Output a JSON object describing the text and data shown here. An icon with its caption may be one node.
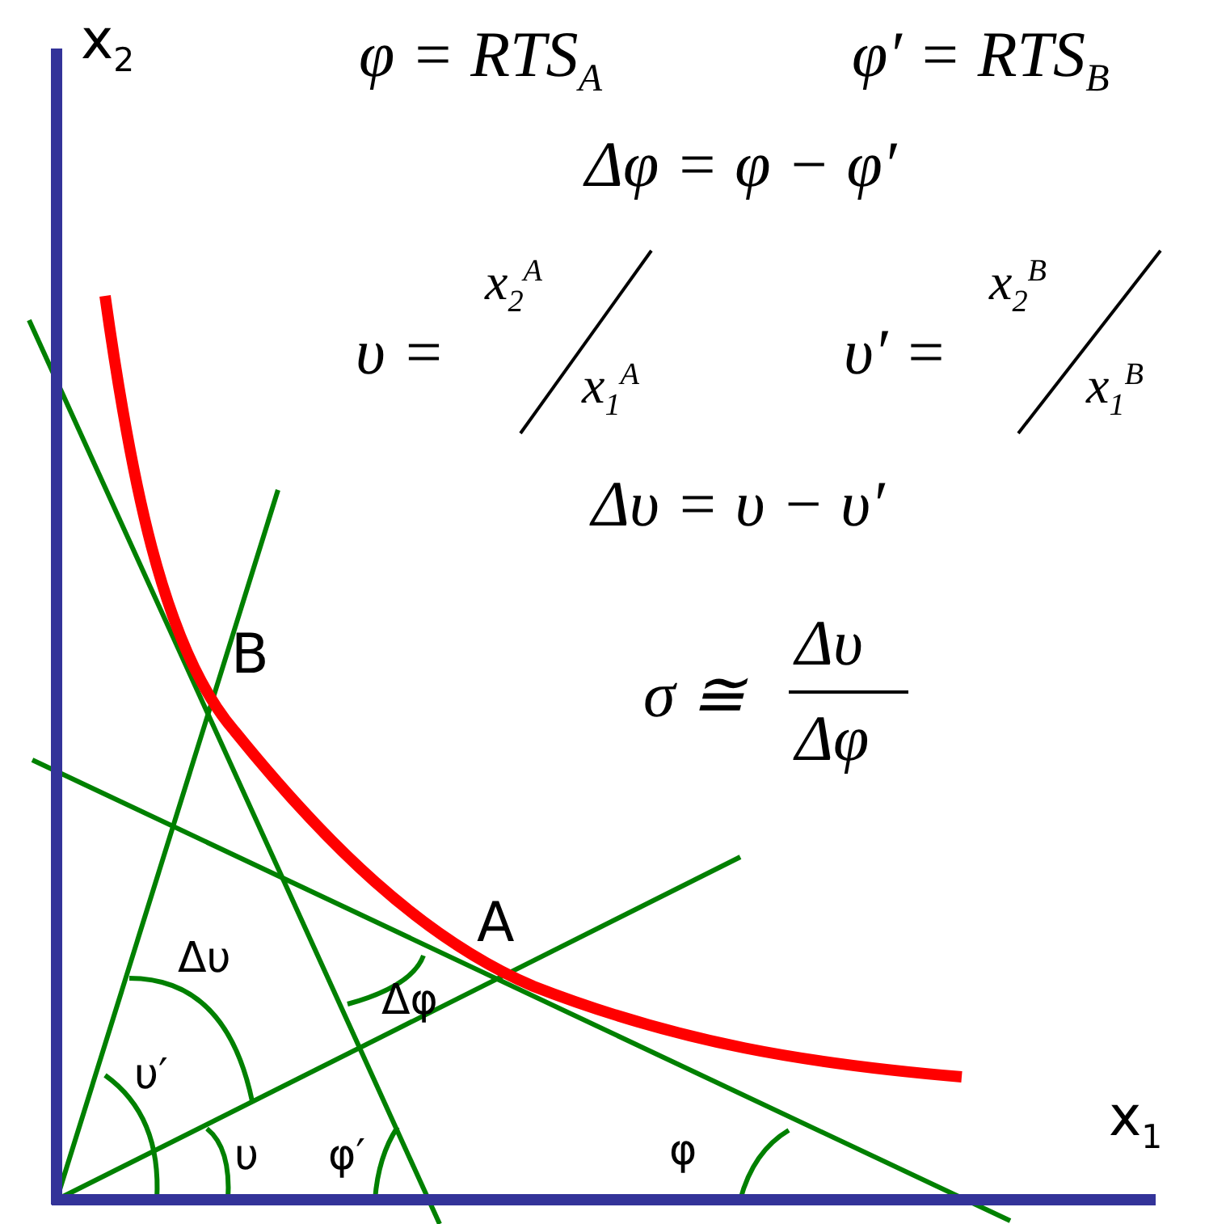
{
  "diagram": {
    "labels": [
      "x$_{2}$",
      "φ = RTS$_{A}$",
      "φ′ = RTS$_{B}$",
      "Δφ = φ − φ′",
      "υ =",
      "x$_{2}$$^{A}$",
      "x$_{1}$$^{A}$",
      "υ′ =",
      "x$_{2}$$^{B}$",
      "x$_{1}$$^{B}$",
      "Δυ = υ − υ′",
      "σ ≅",
      "Δυ",
      "Δφ",
      "B",
      "A",
      "Δυ",
      "Δφ",
      "υ′",
      "υ",
      "φ′",
      "x$_{1}$",
      "φ"
    ]
  }
}
